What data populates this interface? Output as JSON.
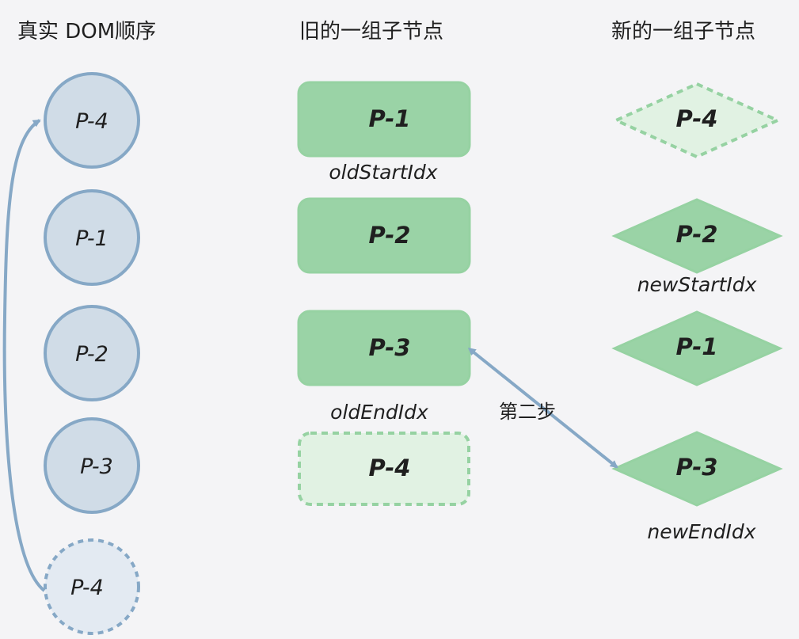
{
  "titles": {
    "real_dom": "真实 DOM顺序",
    "old_children": "旧的一组子节点",
    "new_children": "新的一组子节点"
  },
  "real_dom": {
    "nodes": [
      "P-4",
      "P-1",
      "P-2",
      "P-3",
      "P-4"
    ],
    "last_is_pending": true
  },
  "old_children": {
    "nodes": [
      "P-1",
      "P-2",
      "P-3",
      "P-4"
    ],
    "last_is_processed": true
  },
  "new_children": {
    "nodes": [
      "P-4",
      "P-2",
      "P-1",
      "P-3"
    ],
    "first_is_processed": true
  },
  "pointers": {
    "old_start": "oldStartIdx",
    "old_end": "oldEndIdx",
    "new_start": "newStartIdx",
    "new_end": "newEndIdx"
  },
  "step_label": "第二步",
  "colors": {
    "background": "#f4f4f6",
    "dom_fill": "#d0dce7",
    "dom_stroke": "#86a8c6",
    "dom_pending_fill": "#e3eaf2",
    "vnode_fill": "#9ad3a6",
    "vnode_stroke": "#96d2a2",
    "vnode_done_fill": "#e1f2e3",
    "arrow": "#86a8c6"
  }
}
